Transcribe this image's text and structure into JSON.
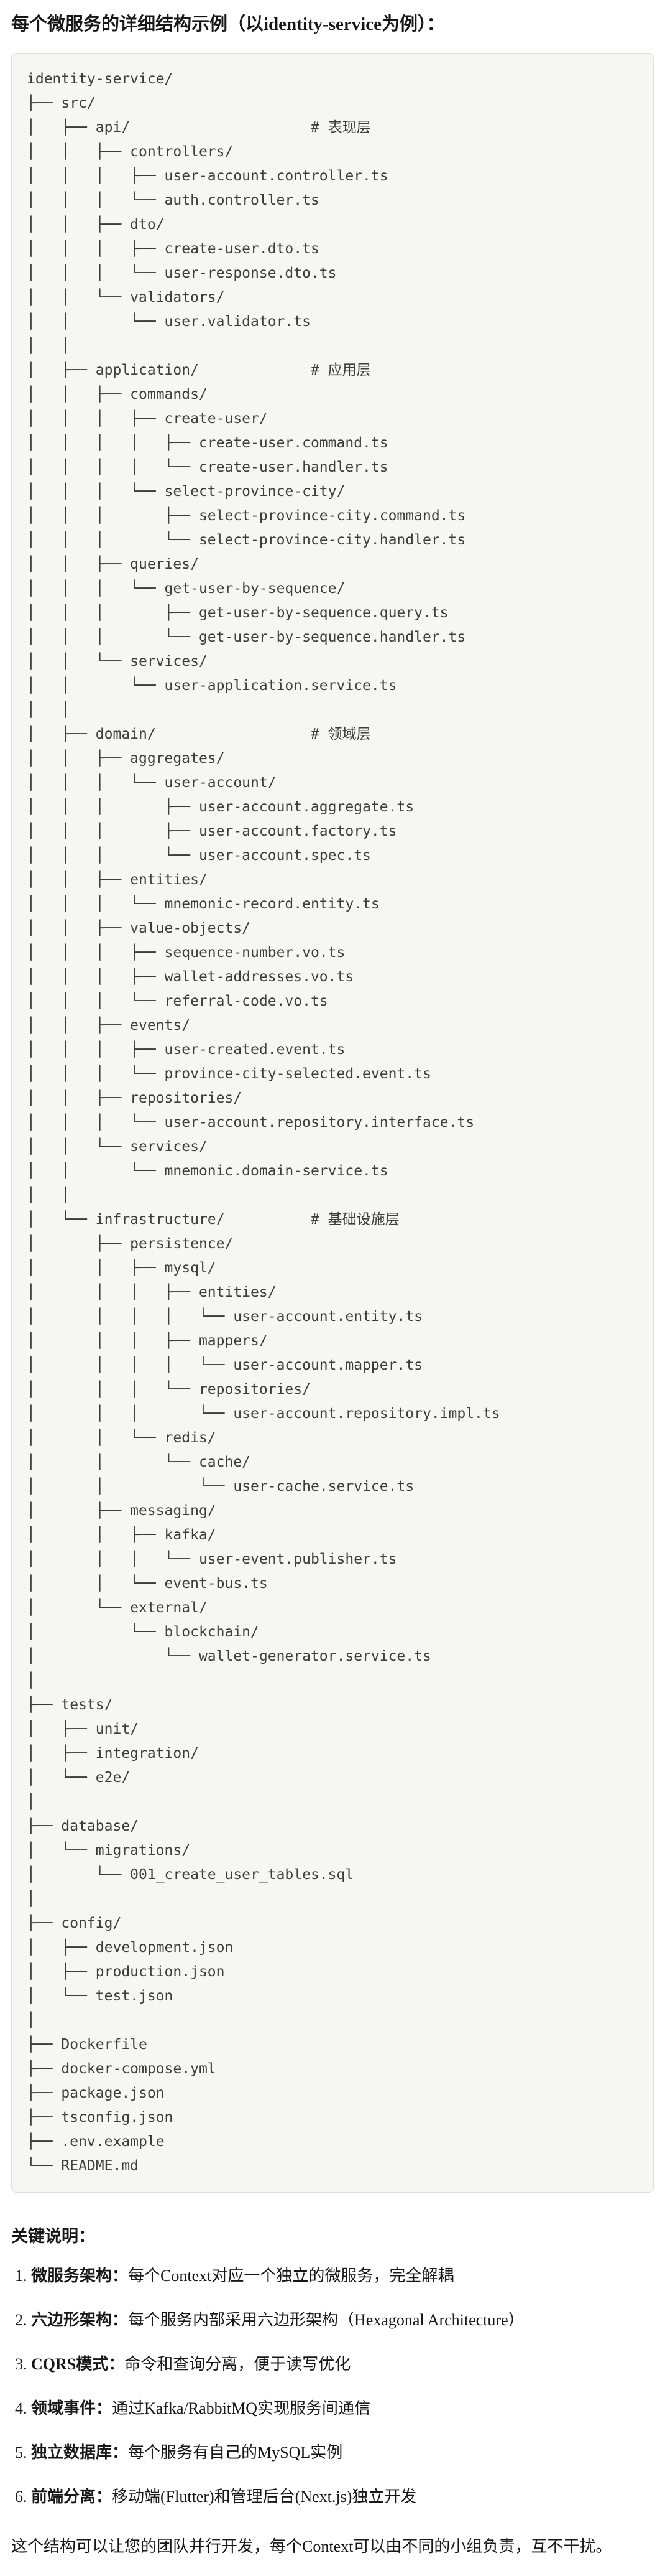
{
  "page": {
    "title": "每个微服务的详细结构示例（以identity-service为例）："
  },
  "code_block": {
    "tree_lines": [
      "identity-service/",
      "├── src/",
      "│   ├── api/                     # 表现层",
      "│   │   ├── controllers/",
      "│   │   │   ├── user-account.controller.ts",
      "│   │   │   └── auth.controller.ts",
      "│   │   ├── dto/",
      "│   │   │   ├── create-user.dto.ts",
      "│   │   │   └── user-response.dto.ts",
      "│   │   └── validators/",
      "│   │       └── user.validator.ts",
      "│   │",
      "│   ├── application/             # 应用层",
      "│   │   ├── commands/",
      "│   │   │   ├── create-user/",
      "│   │   │   │   ├── create-user.command.ts",
      "│   │   │   │   └── create-user.handler.ts",
      "│   │   │   └── select-province-city/",
      "│   │   │       ├── select-province-city.command.ts",
      "│   │   │       └── select-province-city.handler.ts",
      "│   │   ├── queries/",
      "│   │   │   └── get-user-by-sequence/",
      "│   │   │       ├── get-user-by-sequence.query.ts",
      "│   │   │       └── get-user-by-sequence.handler.ts",
      "│   │   └── services/",
      "│   │       └── user-application.service.ts",
      "│   │",
      "│   ├── domain/                  # 领域层",
      "│   │   ├── aggregates/",
      "│   │   │   └── user-account/",
      "│   │   │       ├── user-account.aggregate.ts",
      "│   │   │       ├── user-account.factory.ts",
      "│   │   │       └── user-account.spec.ts",
      "│   │   ├── entities/",
      "│   │   │   └── mnemonic-record.entity.ts",
      "│   │   ├── value-objects/",
      "│   │   │   ├── sequence-number.vo.ts",
      "│   │   │   ├── wallet-addresses.vo.ts",
      "│   │   │   └── referral-code.vo.ts",
      "│   │   ├── events/",
      "│   │   │   ├── user-created.event.ts",
      "│   │   │   └── province-city-selected.event.ts",
      "│   │   ├── repositories/",
      "│   │   │   └── user-account.repository.interface.ts",
      "│   │   └── services/",
      "│   │       └── mnemonic.domain-service.ts",
      "│   │",
      "│   └── infrastructure/          # 基础设施层",
      "│       ├── persistence/",
      "│       │   ├── mysql/",
      "│       │   │   ├── entities/",
      "│       │   │   │   └── user-account.entity.ts",
      "│       │   │   ├── mappers/",
      "│       │   │   │   └── user-account.mapper.ts",
      "│       │   │   └── repositories/",
      "│       │   │       └── user-account.repository.impl.ts",
      "│       │   └── redis/",
      "│       │       └── cache/",
      "│       │           └── user-cache.service.ts",
      "│       ├── messaging/",
      "│       │   ├── kafka/",
      "│       │   │   └── user-event.publisher.ts",
      "│       │   └── event-bus.ts",
      "│       └── external/",
      "│           └── blockchain/",
      "│               └── wallet-generator.service.ts",
      "│",
      "├── tests/",
      "│   ├── unit/",
      "│   ├── integration/",
      "│   └── e2e/",
      "│",
      "├── database/",
      "│   └── migrations/",
      "│       └── 001_create_user_tables.sql",
      "│",
      "├── config/",
      "│   ├── development.json",
      "│   ├── production.json",
      "│   └── test.json",
      "│",
      "├── Dockerfile",
      "├── docker-compose.yml",
      "├── package.json",
      "├── tsconfig.json",
      "├── .env.example",
      "└── README.md"
    ]
  },
  "notes": {
    "heading": "关键说明：",
    "items": [
      {
        "num": "1. ",
        "term": "微服务架构：",
        "desc": "每个Context对应一个独立的微服务，完全解耦"
      },
      {
        "num": "2. ",
        "term": "六边形架构：",
        "desc": "每个服务内部采用六边形架构（Hexagonal Architecture）"
      },
      {
        "num": "3. ",
        "term": "CQRS模式：",
        "desc": "命令和查询分离，便于读写优化"
      },
      {
        "num": "4. ",
        "term": "领域事件：",
        "desc": "通过Kafka/RabbitMQ实现服务间通信"
      },
      {
        "num": "5. ",
        "term": "独立数据库：",
        "desc": "每个服务有自己的MySQL实例"
      },
      {
        "num": "6. ",
        "term": "前端分离：",
        "desc": "移动端(Flutter)和管理后台(Next.js)独立开发"
      }
    ],
    "footer": "这个结构可以让您的团队并行开发，每个Context可以由不同的小组负责，互不干扰。"
  }
}
